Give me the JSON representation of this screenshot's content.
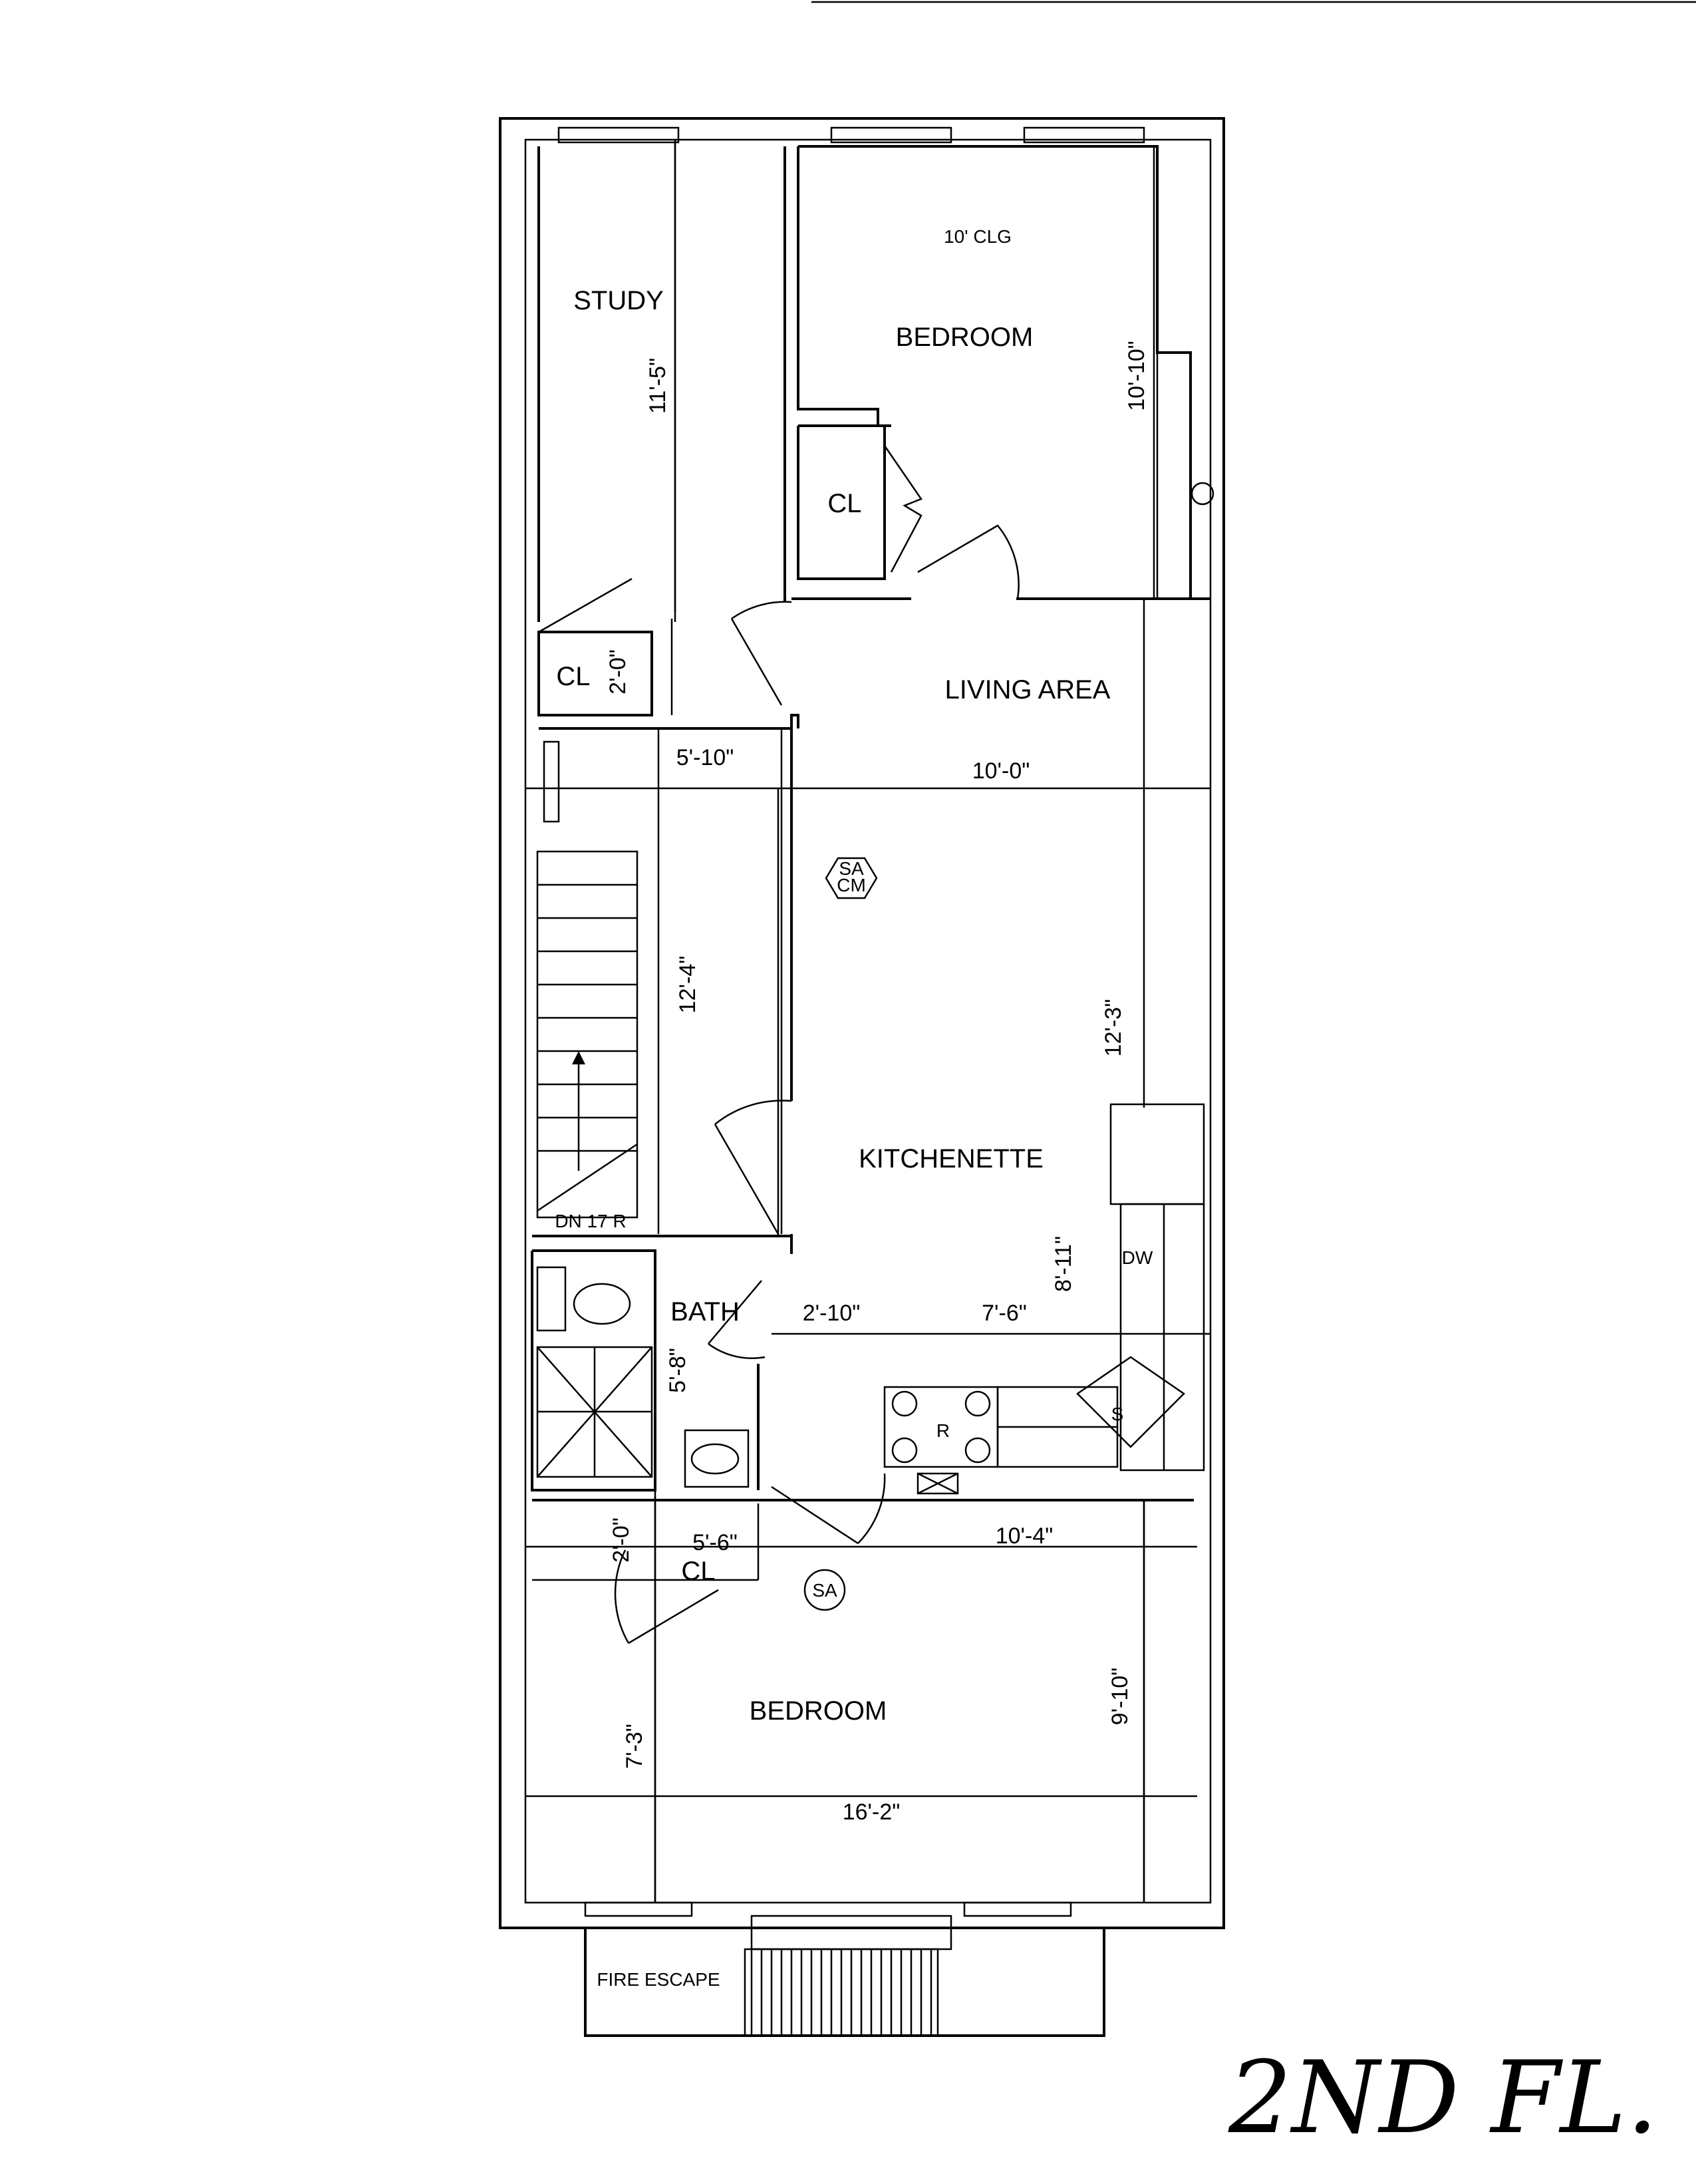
{
  "title_handwritten": "2ND FL.",
  "rooms": {
    "study": "STUDY",
    "bedroom_front": "BEDROOM",
    "ceiling_note": "10' CLG",
    "closet_bedroom": "CL",
    "closet_study": "CL",
    "living_area": "LIVING AREA",
    "kitchenette": "KITCHENETTE",
    "bath": "BATH",
    "closet_rear": "CL",
    "bedroom_rear": "BEDROOM",
    "fire_escape": "FIRE ESCAPE"
  },
  "symbols": {
    "smoke_co_line1": "SA",
    "smoke_co_line2": "CM",
    "smoke_alarm": "SA",
    "dishwasher": "DW",
    "range": "R",
    "sink": "S",
    "stair_note": "DN 17 R"
  },
  "dimensions": {
    "study_len": "11'-5\"",
    "bedroom_front_len": "10'-10\"",
    "closet_study_w": "2'-0\"",
    "hall_w": "5'-10\"",
    "living_w": "10'-0\"",
    "hall_len": "12'-4\"",
    "kitchen_len": "12'-3\"",
    "kitchen_sub": "8'-11\"",
    "bath_door": "2'-10\"",
    "kitchen_w": "7'-6\"",
    "bath_len": "5'-8\"",
    "closet_rear_w": "2'-0\"",
    "closet_rear_len": "5'-6\"",
    "bedroom_rear_w": "10'-4\"",
    "bedroom_rear_len": "9'-10\"",
    "bedroom_rear_side": "7'-3\"",
    "bedroom_rear_full": "16'-2\""
  }
}
